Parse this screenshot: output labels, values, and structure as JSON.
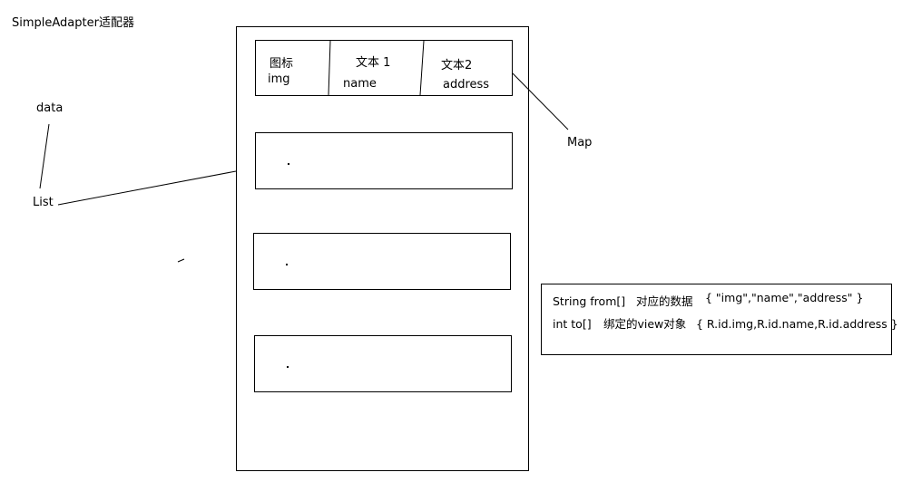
{
  "title": "SimpleAdapter适配器",
  "labels": {
    "data": "data",
    "list": "List",
    "map": "Map"
  },
  "item_row": {
    "cell1_line1": "图标",
    "cell1_line2": "img",
    "cell2_line1": "文本 1",
    "cell2_line2": "name",
    "cell3_line1": "文本2",
    "cell3_line2": "address"
  },
  "mapping_box": {
    "from_prefix": "String from[]",
    "from_desc": "对应的数据",
    "from_values": "{  \"img\",\"name\",\"address\" }",
    "to_prefix": "int to[]",
    "to_desc": "绑定的view对象",
    "to_values": "{ R.id.img,R.id.name,R.id.address }"
  },
  "colors": {
    "ink": "#000000",
    "background": "#ffffff"
  }
}
